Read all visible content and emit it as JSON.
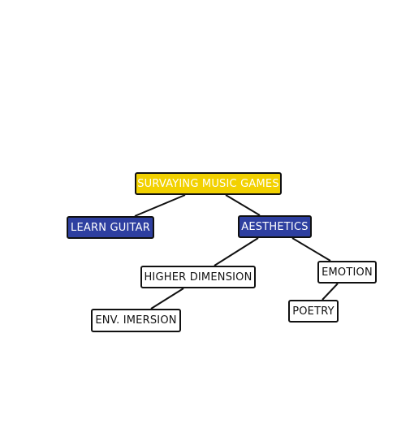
{
  "colors": {
    "root_fill": "#f2d100",
    "primary_fill": "#2e3fa0",
    "leaf_fill": "#ffffff",
    "border": "#111111",
    "edge": "#111111"
  },
  "nodes": {
    "root": {
      "label": "SURVAYING MUSIC GAMES"
    },
    "learn_guitar": {
      "label": "LEARN GUITAR"
    },
    "aesthetics": {
      "label": "AESTHETICS"
    },
    "higher_dimension": {
      "label": "HIGHER DIMENSION"
    },
    "emotion": {
      "label": "EMOTION"
    },
    "env_imersion": {
      "label": "ENV. IMERSION"
    },
    "poetry": {
      "label": "POETRY"
    }
  },
  "edges": [
    {
      "from": "root",
      "to": "learn_guitar"
    },
    {
      "from": "root",
      "to": "aesthetics"
    },
    {
      "from": "aesthetics",
      "to": "higher_dimension"
    },
    {
      "from": "aesthetics",
      "to": "emotion"
    },
    {
      "from": "higher_dimension",
      "to": "env_imersion"
    },
    {
      "from": "emotion",
      "to": "poetry"
    }
  ]
}
